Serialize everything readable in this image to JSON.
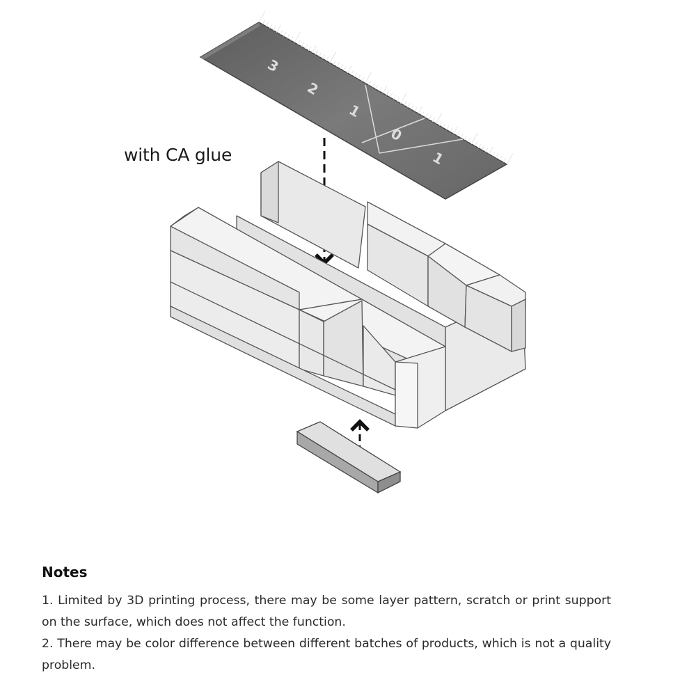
{
  "annotation": {
    "glue_label": "with CA glue"
  },
  "ruler": {
    "numbers": [
      "3",
      "2",
      "1",
      "0",
      "1"
    ]
  },
  "notes": {
    "title": "Notes",
    "items": [
      "1. Limited by 3D printing process, there may be some layer pattern, scratch or print support on the surface, which does not affect the function.",
      "2. There may be color difference between different batches of products, which is not a quality problem."
    ]
  },
  "colors": {
    "ruler": "#6f6f6f",
    "block_face": "#ededed",
    "outline": "#555555",
    "text": "#2a2a2a"
  }
}
